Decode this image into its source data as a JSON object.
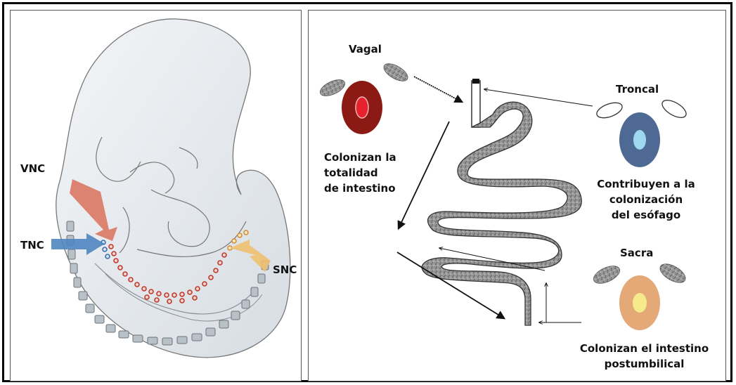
{
  "left_panel": {
    "labels": {
      "vnc": "VNC",
      "tnc": "TNC",
      "snc": "SNC"
    },
    "colors": {
      "vnc_arrow": "#d9715a",
      "tnc_arrow": "#4f86c0",
      "snc_arrow": "#f0c070",
      "embryo_fill": "#e4e9ee",
      "cell_red": "#c0392b",
      "cell_blue": "#3a6fb0"
    }
  },
  "right_panel": {
    "vagal": {
      "title": "Vagal",
      "caption_lines": [
        "Colonizan la",
        "totalidad",
        "de intestino"
      ],
      "outer_color": "#8b1a14",
      "inner_color": "#e8212f"
    },
    "troncal": {
      "title": "Troncal",
      "caption_lines": [
        "Contribuyen a la",
        "colonización",
        "del esófago"
      ],
      "outer_color": "#4e6a94",
      "inner_color": "#9fd8ee"
    },
    "sacra": {
      "title": "Sacra",
      "caption_lines": [
        "Colonizan el intestino",
        "postumbilical"
      ],
      "outer_color": "#e5a877",
      "inner_color": "#f6eb8c"
    }
  }
}
